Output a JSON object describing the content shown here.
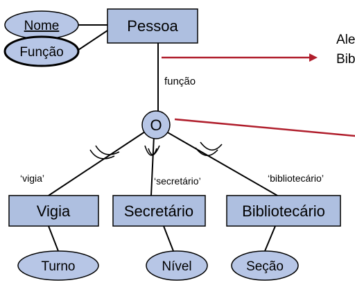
{
  "diagram": {
    "entities": {
      "superclass": "Pessoa",
      "vigia": "Vigia",
      "secretario": "Secretário",
      "bibliotecario": "Bibliotecário"
    },
    "attributes": {
      "nome": "Nome",
      "funcao": "Função",
      "turno": "Turno",
      "nivel": "Nível",
      "secao": "Seção"
    },
    "specialization": {
      "symbol": "O",
      "defining_attribute": "função",
      "conditions": {
        "vigia": "‘vigia’",
        "secretario": "‘secretário’",
        "bibliotecario": "‘bibliotecário’"
      }
    },
    "annotations": {
      "line1": "Ale",
      "line2": "Bib"
    },
    "colors": {
      "entity_fill": "#aebfe0",
      "attribute_fill": "#b7c6e6",
      "arrow": "#b01e2c",
      "line": "#000000"
    }
  }
}
